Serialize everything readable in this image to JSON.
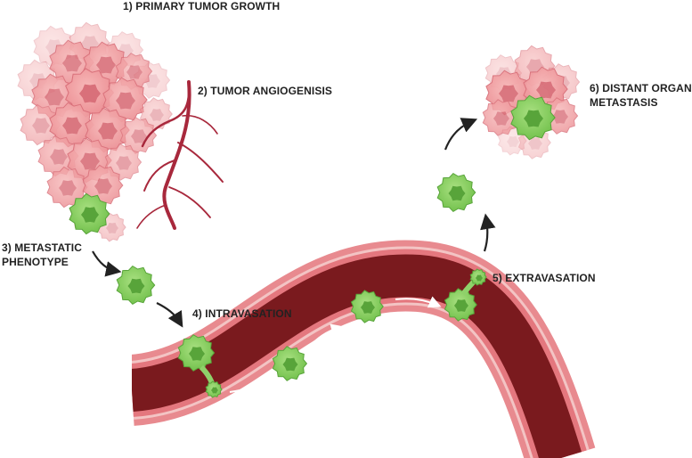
{
  "labels": {
    "primary_tumor": "1) PRIMARY TUMOR GROWTH",
    "angiogenesis": "2) TUMOR ANGIOGENISIS",
    "metastatic_line1": "3) METASTATIC",
    "metastatic_line2": "PHENOTYPE",
    "intravasation": "4) INTRAVASATION",
    "extravasation": "5) EXTRAVASATION",
    "distant_line1": "6) DISTANT ORGAN:",
    "distant_line2": "METASTASIS"
  },
  "colors": {
    "tumor_cell": "#f0a0a0",
    "tumor_nucleus": "#d9707a",
    "metastatic_cell": "#8fd16a",
    "metastatic_nucleus": "#58a43a",
    "vessel_wall": "#e88a8f",
    "vessel_lumen": "#7a1a1e",
    "capillary": "#a8283c",
    "arrow": "#222222"
  }
}
